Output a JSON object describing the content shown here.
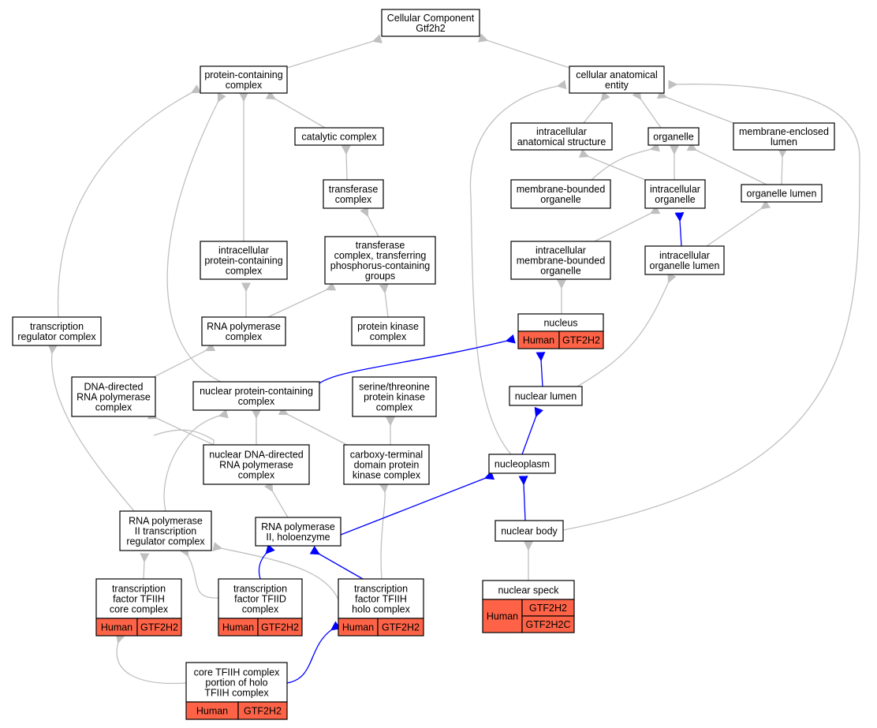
{
  "colors": {
    "background": "#ffffff",
    "border": "#000000",
    "annotation_fill": "#ff6347",
    "gray_edge": "#c0c0c0",
    "blue_edge": "#0000ff"
  },
  "nodes": [
    {
      "id": "cellular-component-gtf2h2",
      "lines": [
        "Cellular Component",
        "Gtf2h2"
      ]
    },
    {
      "id": "protein-containing-complex",
      "lines": [
        "protein-containing",
        "complex"
      ]
    },
    {
      "id": "cellular-anatomical-entity",
      "lines": [
        "cellular anatomical",
        "entity"
      ]
    },
    {
      "id": "catalytic-complex",
      "lines": [
        "catalytic complex"
      ]
    },
    {
      "id": "intracellular-anatomical-structure",
      "lines": [
        "intracellular",
        "anatomical structure"
      ]
    },
    {
      "id": "organelle",
      "lines": [
        "organelle"
      ]
    },
    {
      "id": "membrane-enclosed-lumen",
      "lines": [
        "membrane-enclosed",
        "lumen"
      ]
    },
    {
      "id": "transferase-complex",
      "lines": [
        "transferase",
        "complex"
      ]
    },
    {
      "id": "membrane-bounded-organelle",
      "lines": [
        "membrane-bounded",
        "organelle"
      ]
    },
    {
      "id": "intracellular-organelle",
      "lines": [
        "intracellular",
        "organelle"
      ]
    },
    {
      "id": "organelle-lumen",
      "lines": [
        "organelle lumen"
      ]
    },
    {
      "id": "intracellular-protein-containing-complex",
      "lines": [
        "intracellular",
        "protein-containing",
        "complex"
      ]
    },
    {
      "id": "transferase-complex-phosphorus",
      "lines": [
        "transferase",
        "complex, transferring",
        "phosphorus-containing",
        "groups"
      ]
    },
    {
      "id": "intracellular-membrane-bounded-organelle",
      "lines": [
        "intracellular",
        "membrane-bounded",
        "organelle"
      ]
    },
    {
      "id": "intracellular-organelle-lumen",
      "lines": [
        "intracellular",
        "organelle lumen"
      ]
    },
    {
      "id": "transcription-regulator-complex",
      "lines": [
        "transcription",
        "regulator complex"
      ]
    },
    {
      "id": "rna-polymerase-complex",
      "lines": [
        "RNA polymerase",
        "complex"
      ]
    },
    {
      "id": "protein-kinase-complex",
      "lines": [
        "protein kinase",
        "complex"
      ]
    },
    {
      "id": "nucleus",
      "lines": [
        "nucleus"
      ],
      "tags": [
        {
          "species": "Human",
          "genes": [
            "GTF2H2"
          ]
        }
      ]
    },
    {
      "id": "dna-directed-rna-polymerase-complex",
      "lines": [
        "DNA-directed",
        "RNA polymerase",
        "complex"
      ]
    },
    {
      "id": "nuclear-protein-containing-complex",
      "lines": [
        "nuclear protein-containing",
        "complex"
      ]
    },
    {
      "id": "serine-threonine-protein-kinase-complex",
      "lines": [
        "serine/threonine",
        "protein kinase",
        "complex"
      ]
    },
    {
      "id": "nuclear-lumen",
      "lines": [
        "nuclear lumen"
      ]
    },
    {
      "id": "nuclear-dna-directed-rna-polymerase-complex",
      "lines": [
        "nuclear DNA-directed",
        "RNA polymerase",
        "complex"
      ]
    },
    {
      "id": "carboxy-terminal-domain-protein-kinase-complex",
      "lines": [
        "carboxy-terminal",
        "domain protein",
        "kinase complex"
      ]
    },
    {
      "id": "nucleoplasm",
      "lines": [
        "nucleoplasm"
      ]
    },
    {
      "id": "rna-polymerase-ii-transcription-regulator-complex",
      "lines": [
        "RNA polymerase",
        "II transcription",
        "regulator complex"
      ]
    },
    {
      "id": "rna-polymerase-ii-holoenzyme",
      "lines": [
        "RNA polymerase",
        "II, holoenzyme"
      ]
    },
    {
      "id": "nuclear-body",
      "lines": [
        "nuclear body"
      ]
    },
    {
      "id": "tfiih-core-complex",
      "lines": [
        "transcription",
        "factor TFIIH",
        "core complex"
      ],
      "tags": [
        {
          "species": "Human",
          "genes": [
            "GTF2H2"
          ]
        }
      ]
    },
    {
      "id": "tfiid-complex",
      "lines": [
        "transcription",
        "factor TFIID",
        "complex"
      ],
      "tags": [
        {
          "species": "Human",
          "genes": [
            "GTF2H2"
          ]
        }
      ]
    },
    {
      "id": "tfiih-holo-complex",
      "lines": [
        "transcription",
        "factor TFIIH",
        "holo complex"
      ],
      "tags": [
        {
          "species": "Human",
          "genes": [
            "GTF2H2"
          ]
        }
      ]
    },
    {
      "id": "nuclear-speck",
      "lines": [
        "nuclear speck"
      ],
      "tags": [
        {
          "species": "Human",
          "genes": [
            "GTF2H2",
            "GTF2H2C"
          ]
        }
      ]
    },
    {
      "id": "core-tfiih-portion-of-holo",
      "lines": [
        "core TFIIH complex",
        "portion of holo",
        "TFIIH complex"
      ],
      "tags": [
        {
          "species": "Human",
          "genes": [
            "GTF2H2"
          ]
        }
      ]
    }
  ],
  "edges": [
    {
      "from": "protein-containing-complex",
      "to": "cellular-component-gtf2h2",
      "kind": "gray"
    },
    {
      "from": "cellular-anatomical-entity",
      "to": "cellular-component-gtf2h2",
      "kind": "gray"
    },
    {
      "from": "catalytic-complex",
      "to": "protein-containing-complex",
      "kind": "gray"
    },
    {
      "from": "transferase-complex",
      "to": "catalytic-complex",
      "kind": "gray"
    },
    {
      "from": "transferase-complex-phosphorus",
      "to": "transferase-complex",
      "kind": "gray"
    },
    {
      "from": "intracellular-protein-containing-complex",
      "to": "protein-containing-complex",
      "kind": "gray"
    },
    {
      "from": "transcription-regulator-complex",
      "to": "protein-containing-complex",
      "kind": "gray"
    },
    {
      "from": "nuclear-protein-containing-complex",
      "to": "protein-containing-complex",
      "kind": "gray"
    },
    {
      "from": "rna-polymerase-complex",
      "to": "intracellular-protein-containing-complex",
      "kind": "gray"
    },
    {
      "from": "rna-polymerase-complex",
      "to": "transferase-complex-phosphorus",
      "kind": "gray"
    },
    {
      "from": "protein-kinase-complex",
      "to": "transferase-complex-phosphorus",
      "kind": "gray"
    },
    {
      "from": "serine-threonine-protein-kinase-complex",
      "to": "protein-kinase-complex",
      "kind": "gray"
    },
    {
      "from": "carboxy-terminal-domain-protein-kinase-complex",
      "to": "serine-threonine-protein-kinase-complex",
      "kind": "gray"
    },
    {
      "from": "carboxy-terminal-domain-protein-kinase-complex",
      "to": "nuclear-protein-containing-complex",
      "kind": "gray"
    },
    {
      "from": "dna-directed-rna-polymerase-complex",
      "to": "rna-polymerase-complex",
      "kind": "gray"
    },
    {
      "from": "nuclear-dna-directed-rna-polymerase-complex",
      "to": "dna-directed-rna-polymerase-complex",
      "kind": "gray"
    },
    {
      "from": "nuclear-dna-directed-rna-polymerase-complex",
      "to": "nuclear-protein-containing-complex",
      "kind": "gray"
    },
    {
      "from": "rna-polymerase-ii-holoenzyme",
      "to": "nuclear-dna-directed-rna-polymerase-complex",
      "kind": "gray"
    },
    {
      "from": "rna-polymerase-ii-transcription-regulator-complex",
      "to": "transcription-regulator-complex",
      "kind": "gray"
    },
    {
      "from": "rna-polymerase-ii-transcription-regulator-complex",
      "to": "nuclear-protein-containing-complex",
      "kind": "gray"
    },
    {
      "from": "tfiih-core-complex",
      "to": "rna-polymerase-ii-transcription-regulator-complex",
      "kind": "gray"
    },
    {
      "from": "tfiid-complex",
      "to": "rna-polymerase-ii-transcription-regulator-complex",
      "kind": "gray"
    },
    {
      "from": "tfiih-holo-complex",
      "to": "rna-polymerase-ii-transcription-regulator-complex",
      "kind": "gray"
    },
    {
      "from": "tfiih-holo-complex",
      "to": "carboxy-terminal-domain-protein-kinase-complex",
      "kind": "gray"
    },
    {
      "from": "core-tfiih-portion-of-holo",
      "to": "tfiih-core-complex",
      "kind": "gray"
    },
    {
      "from": "intracellular-anatomical-structure",
      "to": "cellular-anatomical-entity",
      "kind": "gray"
    },
    {
      "from": "organelle",
      "to": "cellular-anatomical-entity",
      "kind": "gray"
    },
    {
      "from": "membrane-enclosed-lumen",
      "to": "cellular-anatomical-entity",
      "kind": "gray"
    },
    {
      "from": "nucleoplasm",
      "to": "cellular-anatomical-entity",
      "kind": "gray"
    },
    {
      "from": "nuclear-body",
      "to": "cellular-anatomical-entity",
      "kind": "gray"
    },
    {
      "from": "membrane-bounded-organelle",
      "to": "organelle",
      "kind": "gray"
    },
    {
      "from": "intracellular-organelle",
      "to": "organelle",
      "kind": "gray"
    },
    {
      "from": "organelle-lumen",
      "to": "membrane-enclosed-lumen",
      "kind": "gray"
    },
    {
      "from": "intracellular-membrane-bounded-organelle",
      "to": "membrane-bounded-organelle",
      "kind": "gray"
    },
    {
      "from": "intracellular-membrane-bounded-organelle",
      "to": "intracellular-organelle",
      "kind": "gray"
    },
    {
      "from": "intracellular-organelle-lumen",
      "to": "organelle-lumen",
      "kind": "gray"
    },
    {
      "from": "nucleus",
      "to": "intracellular-membrane-bounded-organelle",
      "kind": "gray"
    },
    {
      "from": "nuclear-lumen",
      "to": "intracellular-organelle-lumen",
      "kind": "gray"
    },
    {
      "from": "nuclear-speck",
      "to": "nuclear-body",
      "kind": "gray"
    },
    {
      "from": "intracellular-organelle",
      "to": "intracellular-anatomical-structure",
      "kind": "blue"
    },
    {
      "from": "organelle-lumen",
      "to": "organelle",
      "kind": "blue"
    },
    {
      "from": "intracellular-organelle-lumen",
      "to": "intracellular-organelle",
      "kind": "blue"
    },
    {
      "from": "nuclear-protein-containing-complex",
      "to": "nucleus",
      "kind": "blue"
    },
    {
      "from": "nuclear-lumen",
      "to": "nucleus",
      "kind": "blue"
    },
    {
      "from": "nucleoplasm",
      "to": "nuclear-lumen",
      "kind": "blue"
    },
    {
      "from": "rna-polymerase-ii-holoenzyme",
      "to": "nucleoplasm",
      "kind": "blue"
    },
    {
      "from": "nuclear-body",
      "to": "nucleoplasm",
      "kind": "blue"
    },
    {
      "from": "tfiid-complex",
      "to": "rna-polymerase-ii-holoenzyme",
      "kind": "blue"
    },
    {
      "from": "tfiih-holo-complex",
      "to": "rna-polymerase-ii-holoenzyme",
      "kind": "blue"
    },
    {
      "from": "core-tfiih-portion-of-holo",
      "to": "tfiih-holo-complex",
      "kind": "blue"
    }
  ]
}
